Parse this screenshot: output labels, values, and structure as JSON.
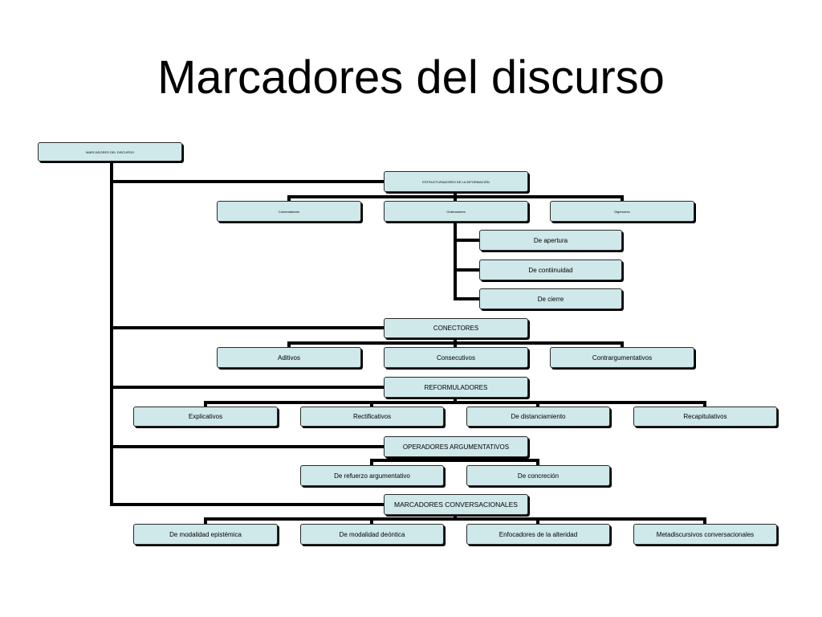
{
  "title": "Marcadores del discurso",
  "root": "MARCADORES DEL DISCURSO",
  "groups": {
    "estructuradores": {
      "label": "ESTRUCTURADORES DE LA INFORMACIÓN",
      "children": [
        "Comentadores",
        "Ordenadores",
        "Digresores"
      ],
      "ordenadores_children": [
        "De apertura",
        "De contiinuidad",
        "De cierre"
      ]
    },
    "conectores": {
      "label": "CONECTORES",
      "children": [
        "Aditivos",
        "Consecutivos",
        "Contrargumentativos"
      ]
    },
    "reformuladores": {
      "label": "REFORMULADORES",
      "children": [
        "Explicativos",
        "Rectificativos",
        "De distanciamiento",
        "Recapitulativos"
      ]
    },
    "operadores": {
      "label": "OPERADORES ARGUMENTATIVOS",
      "children": [
        "De refuerzo argumentativo",
        "De concreción"
      ]
    },
    "conversacionales": {
      "label": "MARCADORES CONVERSACIONALES",
      "children": [
        "De modalidad epistémica",
        "De modalidad deóntica",
        "Enfocadores de la alteridad",
        "Metadiscursivos conversacionales"
      ]
    }
  }
}
